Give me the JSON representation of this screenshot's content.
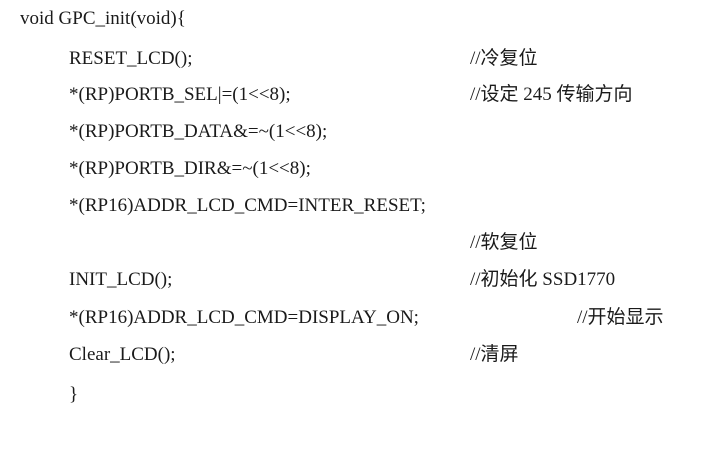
{
  "code_listing": {
    "lines": [
      {
        "code": "void GPC_init(void){",
        "comment": ""
      },
      {
        "code": "RESET_LCD();",
        "comment": "//冷复位"
      },
      {
        "code": "*(RP)PORTB_SEL|=(1<<8);",
        "comment": "//设定 245 传输方向"
      },
      {
        "code": "*(RP)PORTB_DATA&=~(1<<8);",
        "comment": ""
      },
      {
        "code": "*(RP)PORTB_DIR&=~(1<<8);",
        "comment": ""
      },
      {
        "code": "*(RP16)ADDR_LCD_CMD=INTER_RESET;",
        "comment": ""
      },
      {
        "code": "",
        "comment": "//软复位"
      },
      {
        "code": "INIT_LCD();",
        "comment": "//初始化 SSD1770"
      },
      {
        "code": "*(RP16)ADDR_LCD_CMD=DISPLAY_ON;",
        "comment": "//开始显示"
      },
      {
        "code": "Clear_LCD();",
        "comment": "//清屏"
      },
      {
        "code": "}",
        "comment": ""
      }
    ]
  }
}
